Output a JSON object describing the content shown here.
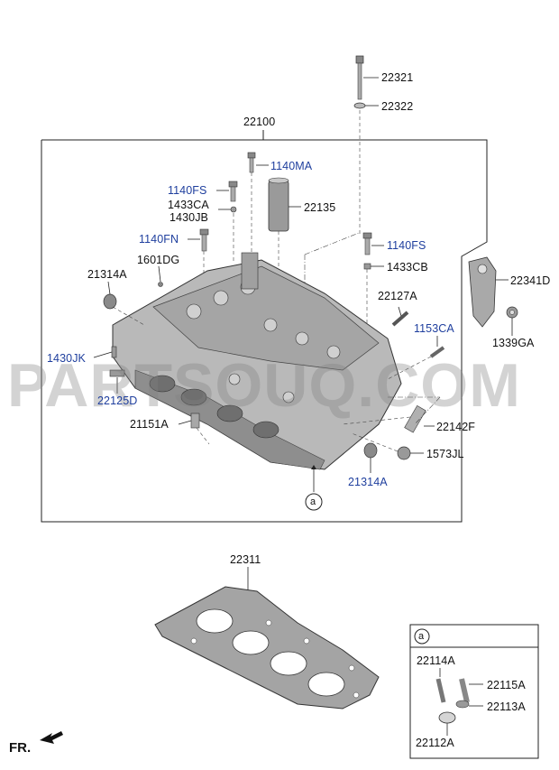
{
  "parts": {
    "p22321": "22321",
    "p22322": "22322",
    "p22100": "22100",
    "p1140MA": "1140MA",
    "p1140FS_a": "1140FS",
    "p1433CA": "1433CA",
    "p1430JB": "1430JB",
    "p22135": "22135",
    "p1140FN": "1140FN",
    "p1140FS_b": "1140FS",
    "p1601DG": "1601DG",
    "p1433CB": "1433CB",
    "p21314A_a": "21314A",
    "p22341D": "22341D",
    "p22127A": "22127A",
    "p1153CA": "1153CA",
    "p1339GA": "1339GA",
    "p1430JK": "1430JK",
    "p22125D": "22125D",
    "p21151A": "21151A",
    "p22142F": "22142F",
    "p1573JL": "1573JL",
    "p21314A_b": "21314A",
    "p22311": "22311",
    "p22114A": "22114A",
    "p22115A": "22115A",
    "p22113A": "22113A",
    "p22112A": "22112A"
  },
  "callout": "a",
  "detail_title": "a",
  "direction": "FR.",
  "watermark": "PARTSOUQ.COM",
  "colors": {
    "label_blue": "#1f3f9e",
    "line": "#222222",
    "part_gray": "#9a9a9a"
  }
}
